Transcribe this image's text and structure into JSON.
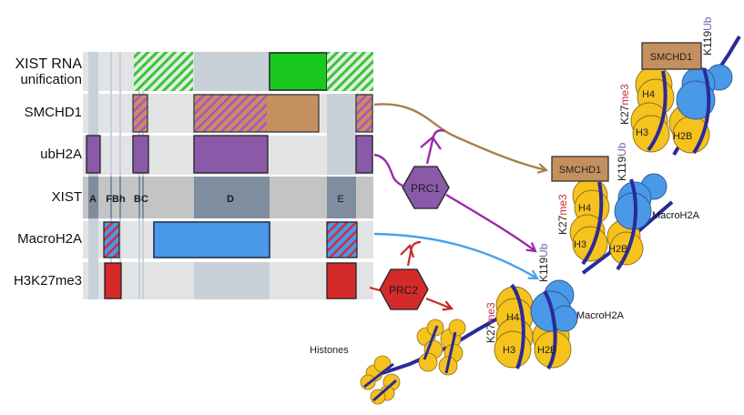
{
  "figure": {
    "rows": [
      {
        "id": "xist-rna",
        "label_lines": [
          "XIST RNA",
          "unification"
        ]
      },
      {
        "id": "smchd1",
        "label_lines": [
          "SMCHD1"
        ]
      },
      {
        "id": "ubh2a",
        "label_lines": [
          "ubH2A"
        ]
      },
      {
        "id": "xist",
        "label_lines": [
          "XIST"
        ]
      },
      {
        "id": "macroh2a",
        "label_lines": [
          "MacroH2A"
        ]
      },
      {
        "id": "h3k27me3",
        "label_lines": [
          "H3K27me3"
        ]
      }
    ],
    "xist_regions": [
      "A",
      "FBh",
      "BC",
      "D",
      "E"
    ],
    "enzymes": [
      {
        "id": "prc1",
        "label": "PRC1",
        "color": "#8a5aa8"
      },
      {
        "id": "prc2",
        "label": "PRC2",
        "color": "#d42a2a"
      }
    ],
    "readers": {
      "smchd1_label": "SMCHD1",
      "macroh2a_label": "MacroH2A"
    },
    "histone_labels": {
      "h4": "H4",
      "h3": "H3",
      "h2b": "H2B"
    },
    "marks": {
      "k27_prefix": "K27",
      "k27_suffix": "me3",
      "k119_prefix": "K119",
      "k119_suffix": "Ub"
    },
    "histones_caption": "Histones",
    "colors": {
      "xist_green": "#19c81e",
      "smchd1_tan": "#c49060",
      "ubh2a_purple": "#8a5aa8",
      "macroh2a_blue": "#4a98e8",
      "h3k27me3_red": "#d42a2a",
      "histone_yellow": "#f6c21c",
      "dna_navy": "#2a2a9a",
      "k27_red": "#c83040",
      "k119_purple": "#7a60b0"
    }
  }
}
